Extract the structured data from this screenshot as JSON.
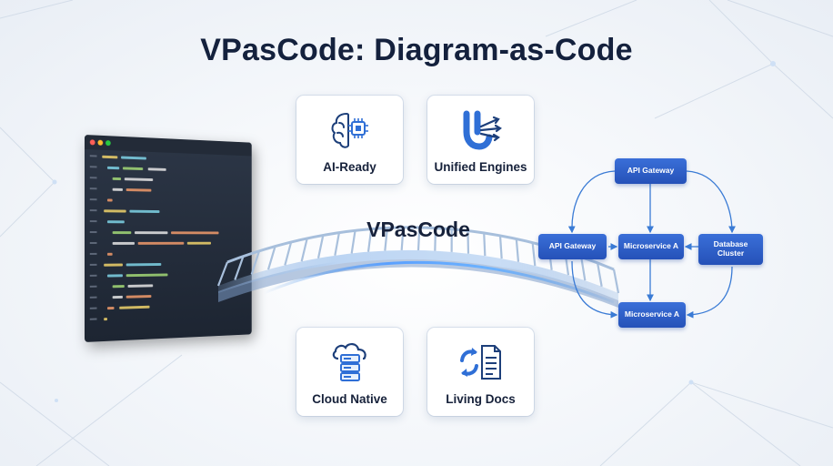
{
  "title": "VPasCode: Diagram-as-Code",
  "bridge_label": "VPasCode",
  "features": [
    {
      "label": "AI-Ready",
      "icon": "brain-chip-icon"
    },
    {
      "label": "Unified Engines",
      "icon": "unified-engines-icon"
    },
    {
      "label": "Cloud Native",
      "icon": "cloud-server-icon"
    },
    {
      "label": "Living Docs",
      "icon": "sync-document-icon"
    }
  ],
  "architecture": {
    "nodes": {
      "api_gateway_top": "API Gateway",
      "api_gateway_left": "API Gateway",
      "microservice_mid": "Microservice A",
      "database": "Database Cluster",
      "microservice_bottom": "Microservice A"
    }
  },
  "colors": {
    "title": "#14213d",
    "node": "#2d5fc9",
    "connector": "#3a7bd5",
    "editor_bg": "#222a36",
    "icon_blue": "#2f6fd6"
  }
}
